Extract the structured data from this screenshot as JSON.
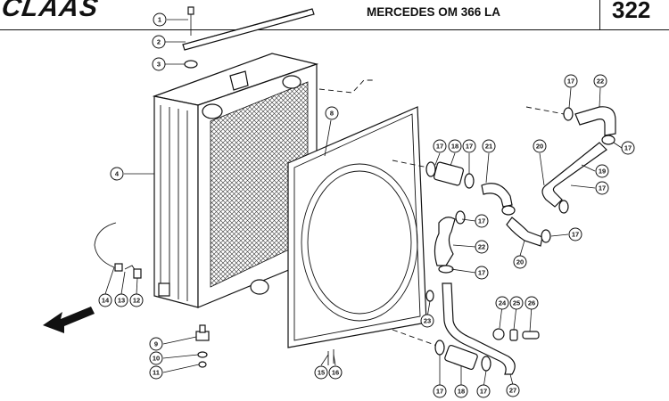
{
  "header": {
    "brand_logo": "CLAAS",
    "model_title": "MERCEDES OM 366 LA",
    "page_number": "322"
  },
  "callouts": [
    "1",
    "2",
    "3",
    "4",
    "8",
    "9",
    "10",
    "11",
    "12",
    "13",
    "14",
    "15",
    "16",
    "17",
    "18",
    "19",
    "20",
    "21",
    "22",
    "23",
    "24",
    "25",
    "26",
    "27"
  ],
  "icons": [
    "front-direction-arrow-icon"
  ]
}
